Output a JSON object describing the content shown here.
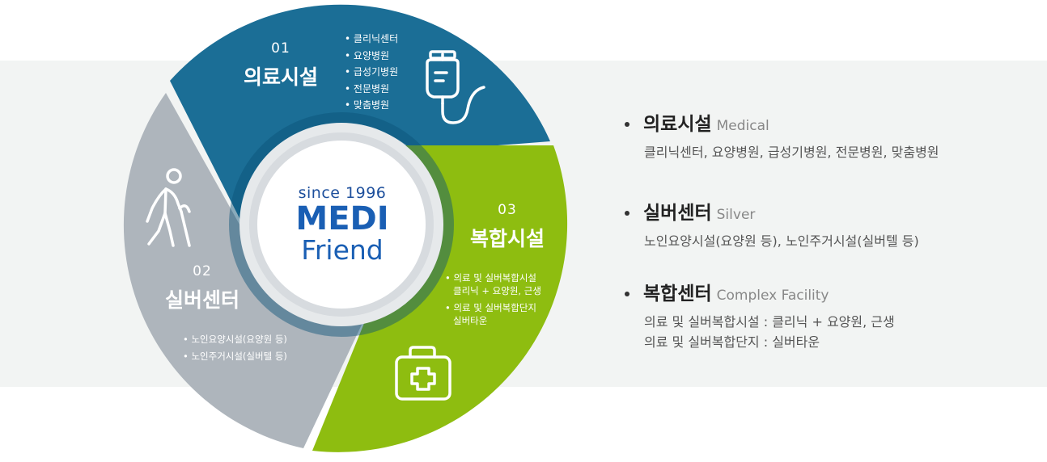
{
  "center": {
    "since": "since 1996",
    "brand_line1": "MEDI",
    "brand_line2": "Friend"
  },
  "segments": [
    {
      "number": "01",
      "title": "의료시설",
      "items": [
        "클리닉센터",
        "요양병원",
        "급성기병원",
        "전문병원",
        "맞춤병원"
      ],
      "icon": "iv-drip-icon",
      "color": "#1b6e96"
    },
    {
      "number": "02",
      "title": "실버센터",
      "items": [
        "노인요양시설(요양원 등)",
        "노인주거시설(실버텔 등)"
      ],
      "icon": "elderly-person-icon",
      "color": "#b0b8bf"
    },
    {
      "number": "03",
      "title": "복합시설",
      "items": [
        {
          "line1": "의료 및 실버복합시설",
          "line2": "클리닉 + 요양원, 근생"
        },
        {
          "line1": "의료 및 실버복합단지",
          "line2": "실버타운"
        }
      ],
      "icon": "first-aid-kit-icon",
      "color": "#8cbd0e"
    }
  ],
  "legend": [
    {
      "title": "의료시설",
      "subtitle": "Medical",
      "lines": [
        "클리닉센터, 요양병원, 급성기병원, 전문병원, 맞춤병원"
      ]
    },
    {
      "title": "실버센터",
      "subtitle": "Silver",
      "lines": [
        "노인요양시설(요양원 등), 노인주거시설(실버텔 등)"
      ]
    },
    {
      "title": "복합센터",
      "subtitle": "Complex Facility",
      "lines": [
        "의료 및 실버복합시설 : 클리닉 + 요양원, 근생",
        "의료 및 실버복합단지 : 실버타운"
      ]
    }
  ]
}
